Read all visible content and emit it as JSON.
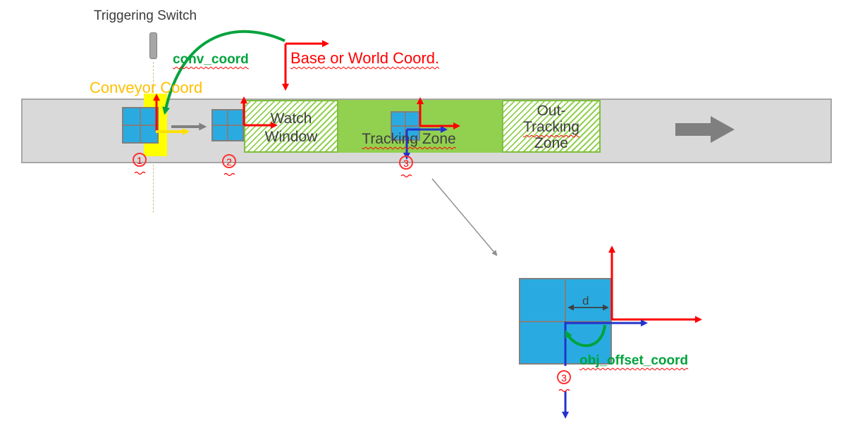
{
  "colors": {
    "red": "#FF0000",
    "green": "#00A33D",
    "blue": "#2233CC",
    "orange": "#FFC000",
    "yellow": "#FFFF00",
    "zone_green": "#92D050",
    "object_blue": "#29ABE2",
    "belt_gray": "#D9D9D9",
    "arrow_gray": "#7F7F7F",
    "text_gray": "#3F3F3F"
  },
  "labels": {
    "triggering_switch": "Triggering Switch",
    "conv_coord": "conv_coord",
    "base_or_world_coord": "Base or World Coord.",
    "conveyor_coord": "Conveyor Coord"
  },
  "zones": {
    "watch_window": {
      "line1": "Watch",
      "line2": "Window"
    },
    "tracking_zone": {
      "label": "Tracking Zone"
    },
    "out_tracking_zone": {
      "line1": "Out-",
      "line2": "Tracking",
      "line3": "Zone"
    }
  },
  "markers": {
    "pos1": "1",
    "pos2": "2",
    "pos3": "3",
    "detail": "3"
  },
  "detail": {
    "distance_label": "d",
    "obj_offset_coord": "obj_offset_coord"
  }
}
